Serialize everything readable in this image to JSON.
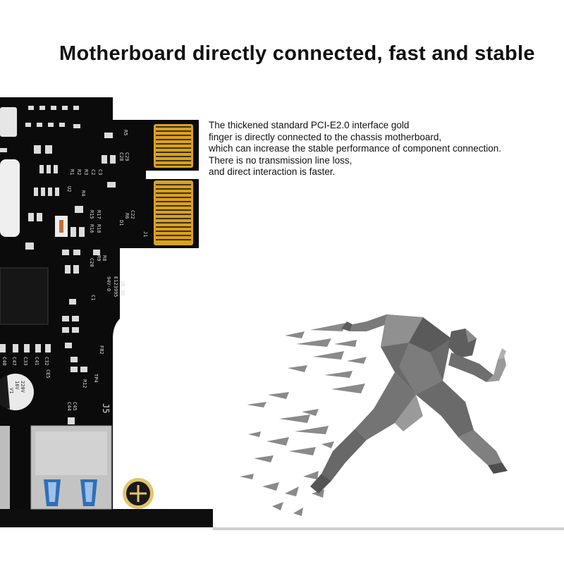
{
  "headline": "Motherboard directly connected, fast and stable",
  "description": [
    "The thickened standard PCI-E2.0 interface gold",
    "finger is directly connected to the chassis motherboard,",
    "which can increase the stable performance of component connection.",
    "There is no transmission line loss,",
    "and direct interaction is faster."
  ],
  "pcb_silkscreen": {
    "capacitor_rating_1": "220V",
    "capacitor_rating_2": "16V",
    "capacitor_rating_3": "V1",
    "marking_1": "94V-0",
    "marking_2": "E123995",
    "marking_3": "16 36",
    "connector_label": "J5",
    "labels": [
      "R5",
      "C28",
      "C29",
      "R1",
      "R2",
      "R3",
      "R4",
      "C2",
      "C3",
      "U2",
      "R15",
      "R17",
      "R16",
      "R18",
      "D1",
      "R6",
      "C22",
      "J1",
      "C20",
      "R9",
      "R8",
      "C1",
      "C47",
      "C33",
      "C41",
      "C32",
      "C40",
      "CE5",
      "R12",
      "TP4",
      "FB2",
      "C44",
      "C45"
    ]
  },
  "colors": {
    "pcb": "#0b0b0b",
    "gold": "#d9a21e",
    "usb_blue": "#2f6fb5",
    "runner": "#6a6a6a"
  }
}
